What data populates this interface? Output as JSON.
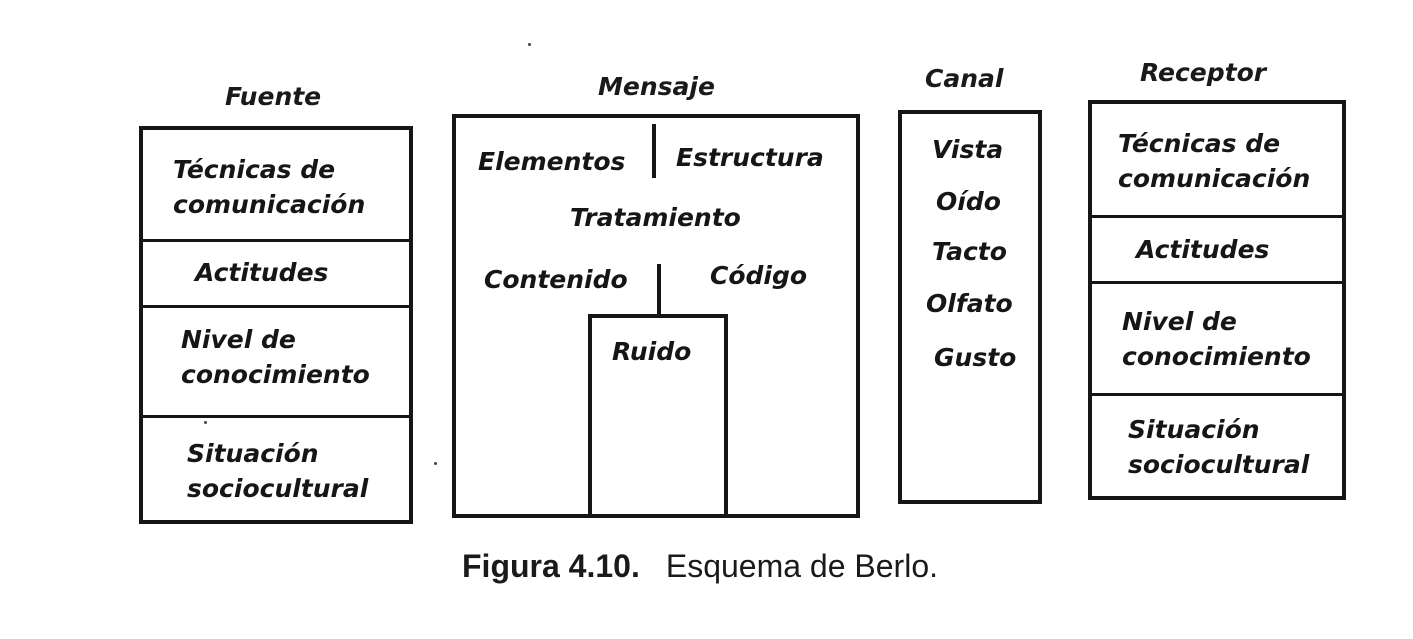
{
  "columns": {
    "fuente": {
      "title": "Fuente",
      "cells": [
        [
          "Técnicas de",
          "comunicación"
        ],
        [
          "Actitudes"
        ],
        [
          "Nivel de",
          "conocimiento"
        ],
        [
          "Situación",
          "sociocultural"
        ]
      ]
    },
    "mensaje": {
      "title": "Mensaje",
      "elementos": "Elementos",
      "estructura": "Estructura",
      "tratamiento": "Tratamiento",
      "contenido": "Contenido",
      "codigo": "Código",
      "ruido": "Ruido"
    },
    "canal": {
      "title": "Canal",
      "items": [
        "Vista",
        "Oído",
        "Tacto",
        "Olfato",
        "Gusto"
      ]
    },
    "receptor": {
      "title": "Receptor",
      "cells": [
        [
          "Técnicas de",
          "comunicación"
        ],
        [
          "Actitudes"
        ],
        [
          "Nivel de",
          "conocimiento"
        ],
        [
          "Situación",
          "sociocultural"
        ]
      ]
    }
  },
  "caption": {
    "label": "Figura 4.10.",
    "text": "Esquema de Berlo."
  }
}
